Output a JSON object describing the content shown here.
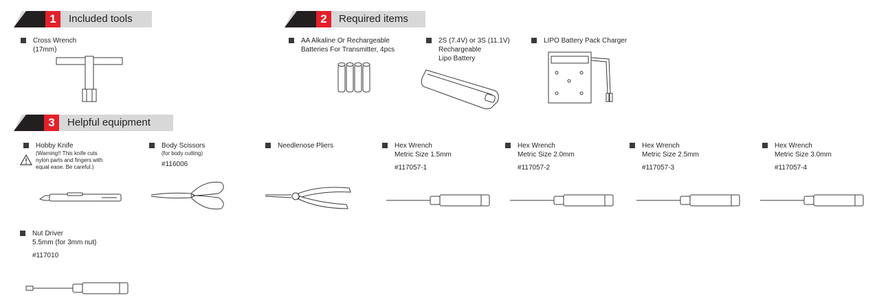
{
  "sections": [
    {
      "number": "1",
      "title": "Included tools"
    },
    {
      "number": "2",
      "title": "Required items"
    },
    {
      "number": "3",
      "title": "Helpful equipment"
    }
  ],
  "included": {
    "cross_wrench": {
      "name": "Cross Wrench",
      "size": "(17mm)"
    }
  },
  "required": {
    "aa": {
      "line1": "AA Alkaline Or Rechargeable",
      "line2": "Batteries For Transmitter, 4pcs"
    },
    "lipo": {
      "line1": "2S (7.4V) or 3S (11.1V)",
      "line2": "Rechargeable",
      "line3": "Lipo Battery"
    },
    "charger": {
      "line1": "LIPO Battery Pack Charger"
    }
  },
  "helpful": {
    "knife": {
      "name": "Hobby Knife",
      "warn1": "(Warning!!  This knife cuts",
      "warn2": "nylon parts and fingers with",
      "warn3": "equal ease. Be careful.)"
    },
    "scissors": {
      "name": "Body Scissors",
      "note": "(for body cutting)",
      "code": "#116006"
    },
    "pliers": {
      "name": "Needlenose Pliers"
    },
    "hex15": {
      "name": "Hex Wrench",
      "size": "Metric Size 1.5mm",
      "code": "#117057-1"
    },
    "hex20": {
      "name": "Hex Wrench",
      "size": "Metric Size 2.0mm",
      "code": "#117057-2"
    },
    "hex25": {
      "name": "Hex Wrench",
      "size": "Metric Size 2.5mm",
      "code": "#117057-3"
    },
    "hex30": {
      "name": "Hex Wrench",
      "size": "Metric Size 3.0mm",
      "code": "#117057-4"
    },
    "nut": {
      "name": "Nut Driver",
      "size": "5.5mm (for 3mm nut)",
      "code": "#117010"
    }
  },
  "colors": {
    "accent": "#e3202a",
    "dark": "#231f20",
    "band": "#d8d8d8"
  }
}
